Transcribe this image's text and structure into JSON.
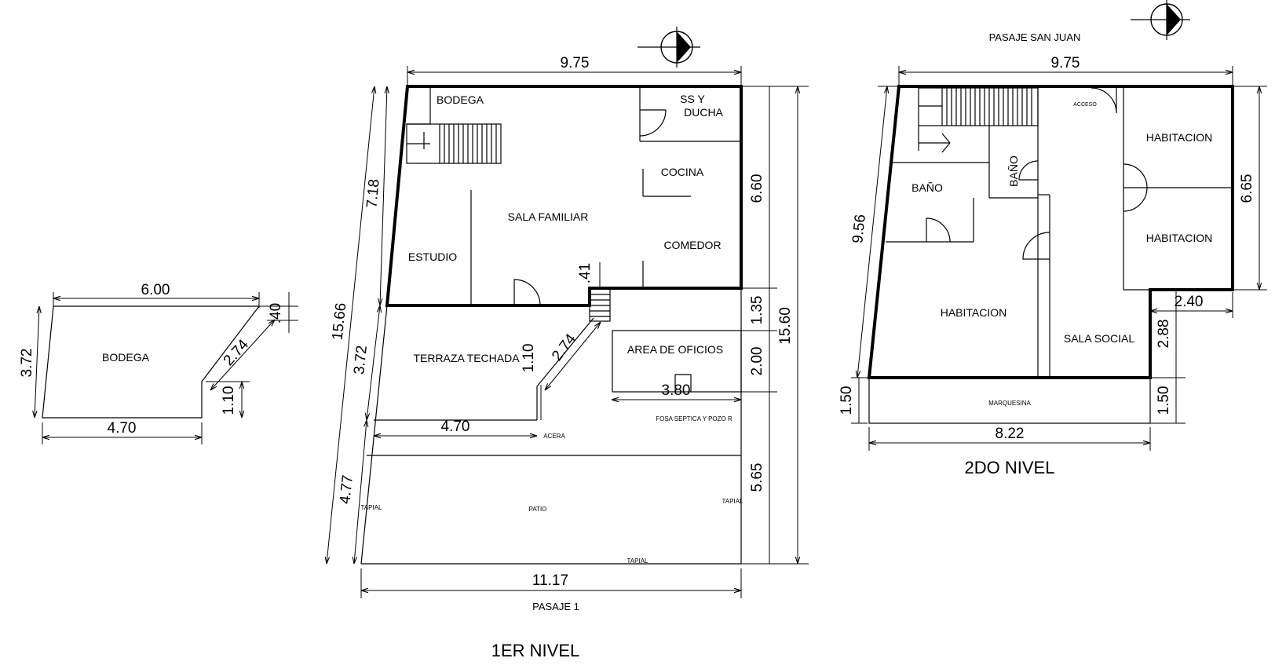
{
  "plan_1er": {
    "title": "1ER NIVEL",
    "street_bottom": "PASAJE 1",
    "rooms": {
      "bodega": "BODEGA",
      "ss_line1": "SS Y",
      "ss_line2": "DUCHA",
      "cocina": "COCINA",
      "sala_familiar": "SALA FAMILIAR",
      "estudio": "ESTUDIO",
      "comedor": "COMEDOR",
      "terraza": "TERRAZA TECHADA",
      "area_oficios": "AREA DE OFICIOS",
      "fosa": "FOSA SEPTICA Y POZO R",
      "acera": "ACERA",
      "patio": "PATIO",
      "tapial": "TAPIAL"
    },
    "dims": {
      "top": "9.75",
      "d_718": "7.18",
      "d_1566": "15.66",
      "d_372": "3.72",
      "d_477": "4.77",
      "d_660": "6.60",
      "d_135": "1.35",
      "d_200": "2.00",
      "d_565": "5.65",
      "d_1560": "15.60",
      "d_041": ".41",
      "d_110": "1.10",
      "d_274": "2.74",
      "d_380": "3.80",
      "d_470": "4.70",
      "bottom": "11.17"
    }
  },
  "bodega_detail": {
    "label": "BODEGA",
    "dims": {
      "top": "6.00",
      "left": "3.72",
      "bottom": "4.70",
      "d_040": ".40",
      "d_274": "2.74",
      "d_110": "1.10"
    }
  },
  "plan_2do": {
    "title": "2DO NIVEL",
    "street_top": "PASAJE SAN JUAN",
    "rooms": {
      "acceso": "ACCESO",
      "habitacion_1": "HABITACION",
      "habitacion_2": "HABITACION",
      "habitacion_3": "HABITACION",
      "bano_1": "BAÑO",
      "bano_2": "BAÑO",
      "sala_social": "SALA SOCIAL",
      "marquesina": "MARQUESINA"
    },
    "dims": {
      "top": "9.75",
      "d_956": "9.56",
      "d_665": "6.65",
      "d_240": "2.40",
      "d_288": "2.88",
      "d_150_right": "1.50",
      "d_150_left": "1.50",
      "bottom": "8.22"
    }
  }
}
